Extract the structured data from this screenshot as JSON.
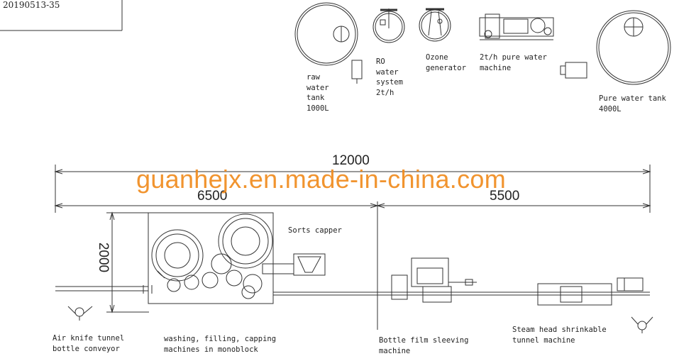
{
  "drawing_code": "20190513-35",
  "watermark": "guanhejx.en.made-in-china.com",
  "dimensions": {
    "total_length": "12000",
    "left_section": "6500",
    "right_section": "5500",
    "width": "2000"
  },
  "equipment_top": {
    "raw_water_tank": "raw\nwater\ntank\n1000L",
    "ro_system": "RO\nwater\nsystem\n2t/h",
    "ozone_generator": "Ozone\ngenerator",
    "pure_water_machine": "2t/h pure water\nmachine",
    "pure_water_tank": "Pure water tank\n4000L"
  },
  "equipment_line": {
    "sorts_capper": "Sorts capper",
    "air_knife": "Air knife tunnel\nbottle conveyor",
    "monoblock": "washing, filling, capping\nmachines in monoblock",
    "film_sleeving": "Bottle film sleeving\nmachine",
    "steam_tunnel": "Steam head shrinkable\ntunnel machine"
  }
}
